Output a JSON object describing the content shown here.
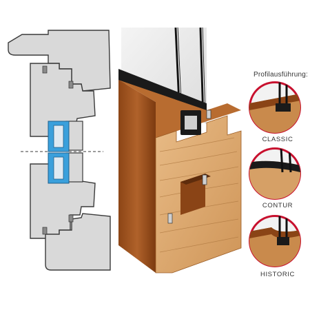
{
  "heading": "Profilausführung:",
  "profiles": [
    {
      "label": "CLASSIC"
    },
    {
      "label": "CONTUR"
    },
    {
      "label": "HISTORIC"
    }
  ],
  "colors": {
    "frame_gray": "#d9d9d9",
    "outline": "#3a3a3a",
    "glass_blue": "#3aa0dc",
    "seal_gray": "#9a9a9a",
    "wood_light": "#d49a5c",
    "wood_dark": "#9a4e1c",
    "wood_face": "#e2b27c",
    "accent_red": "#c8102e"
  }
}
